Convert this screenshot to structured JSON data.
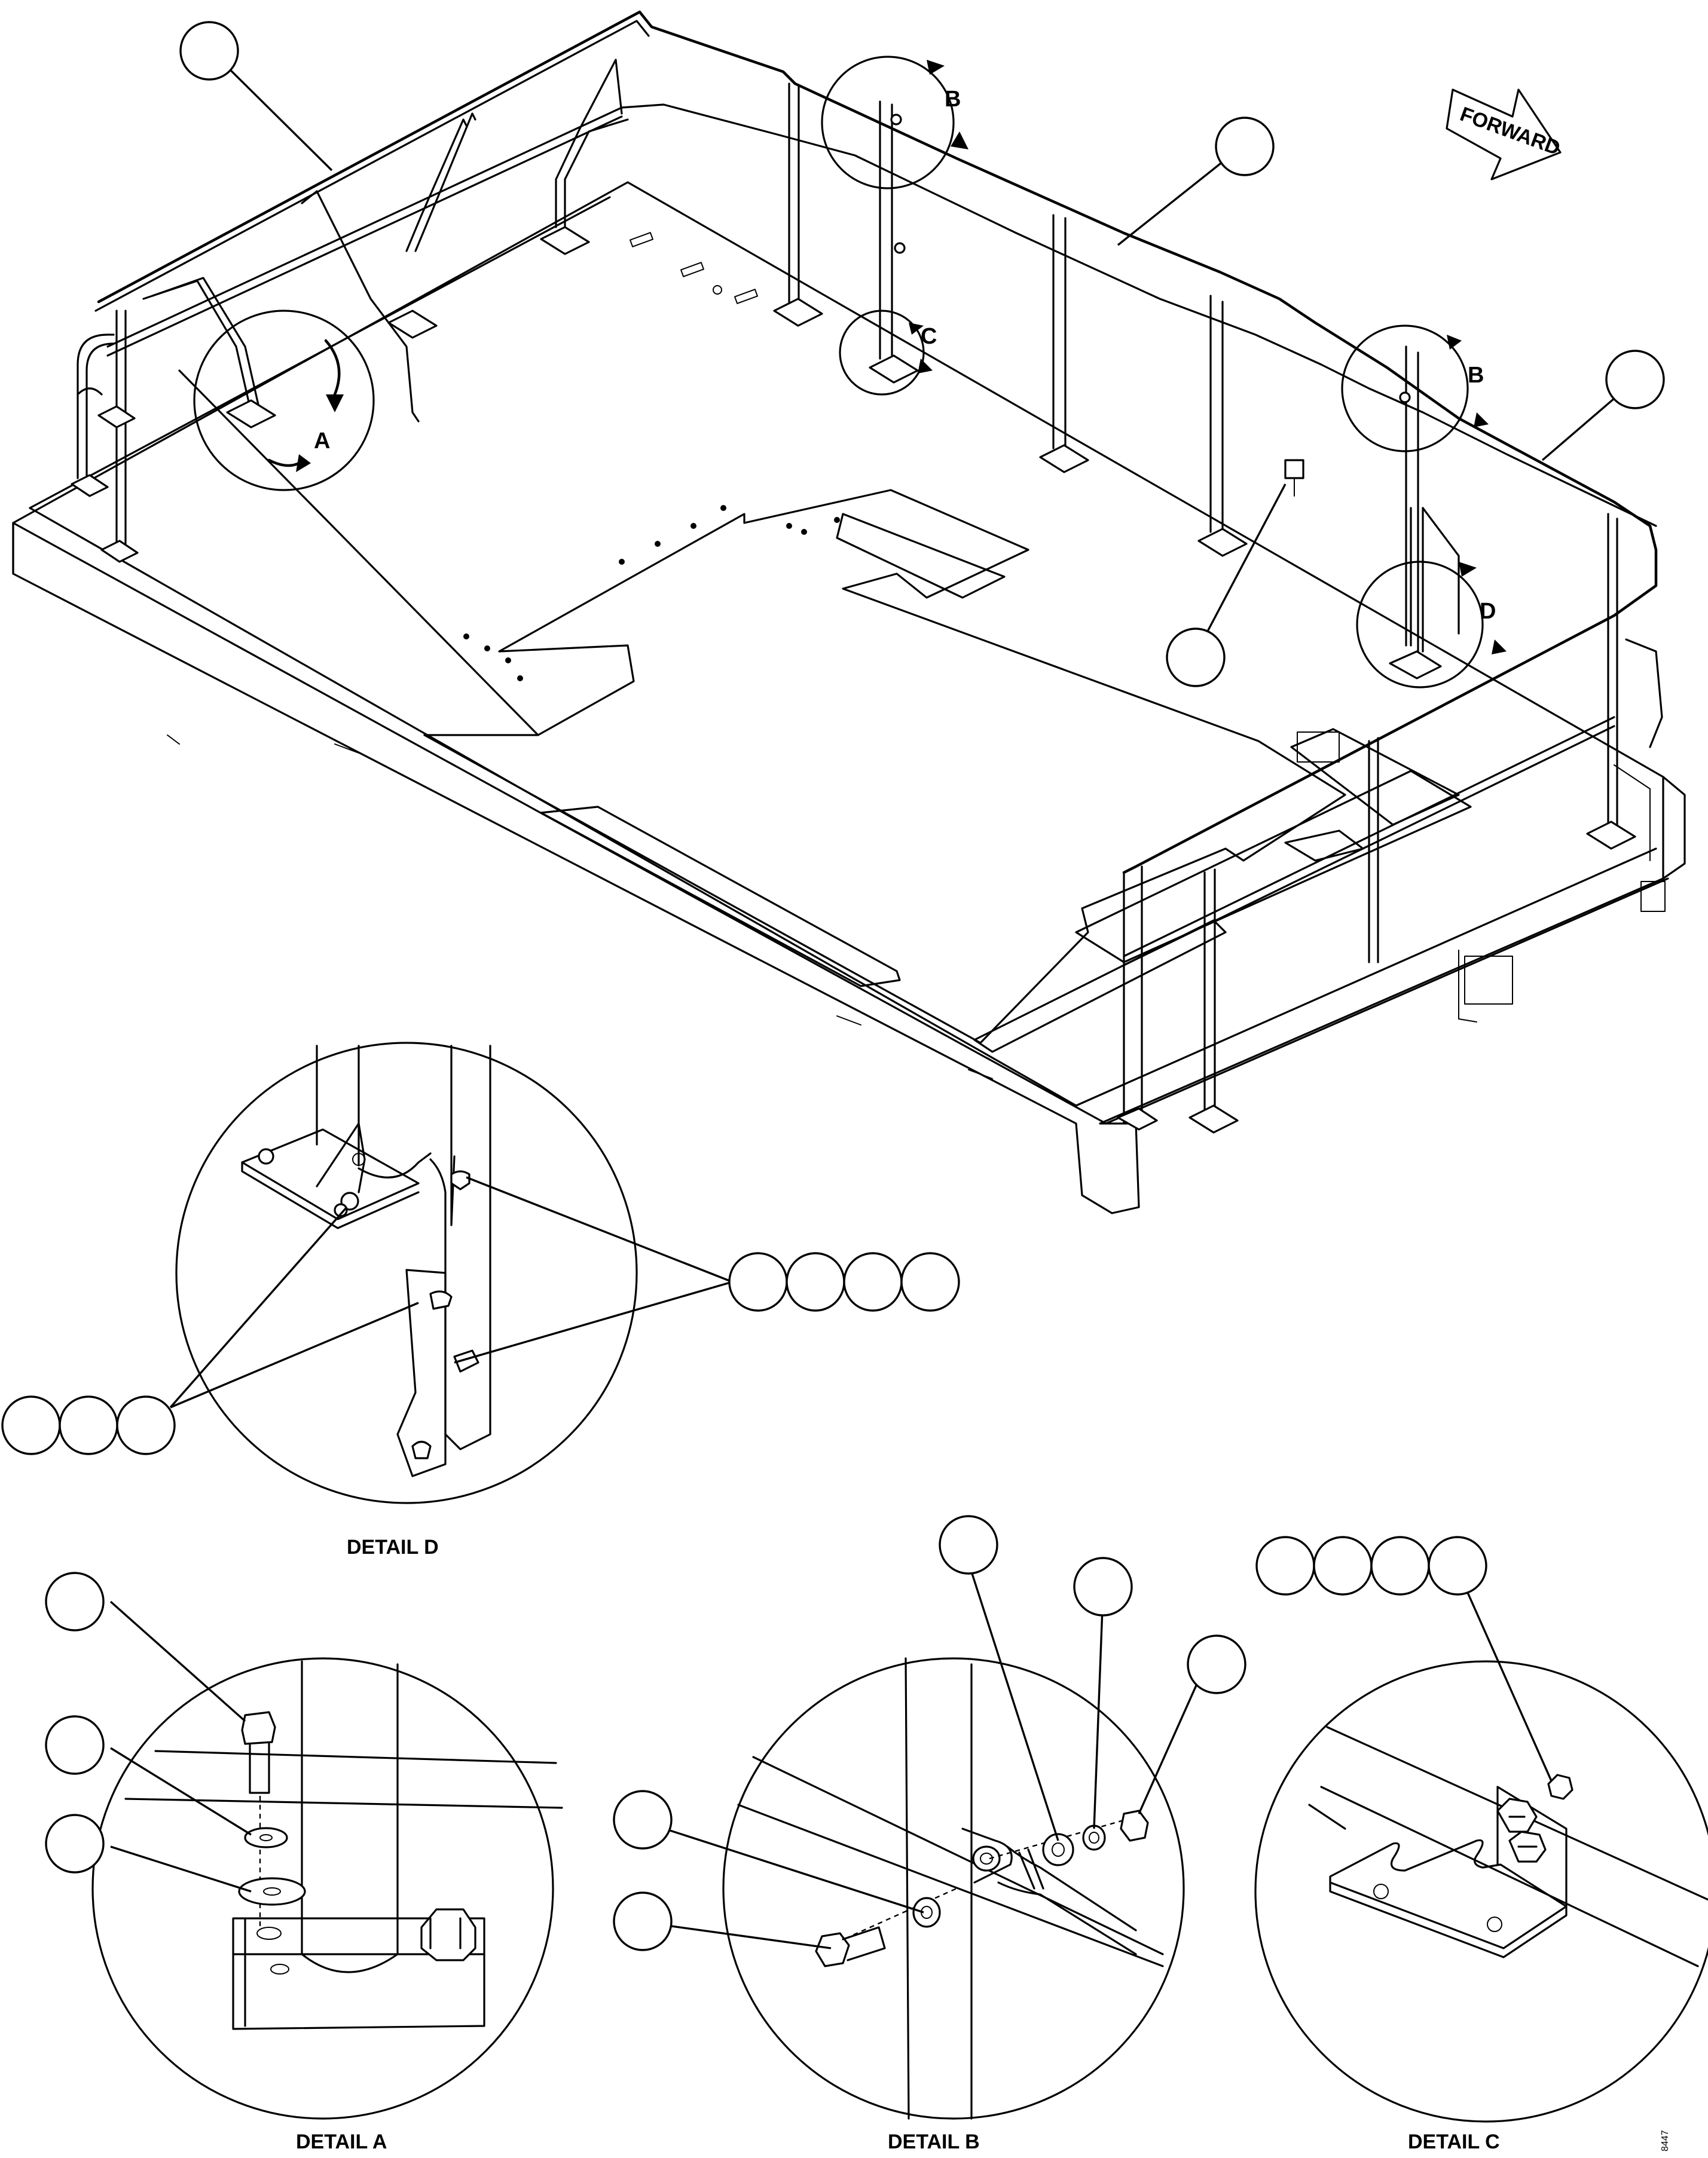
{
  "figure": {
    "forward_label": "FORWARD",
    "view_labels": {
      "a": "A",
      "b": "B",
      "b2": "B",
      "c": "C",
      "d": "D"
    },
    "details": {
      "d": "DETAIL D",
      "a": "DETAIL A",
      "b": "DETAIL B",
      "c": "DETAIL C"
    },
    "figure_code": "8447"
  },
  "colors": {
    "ink": "#000000",
    "paper": "#ffffff"
  }
}
